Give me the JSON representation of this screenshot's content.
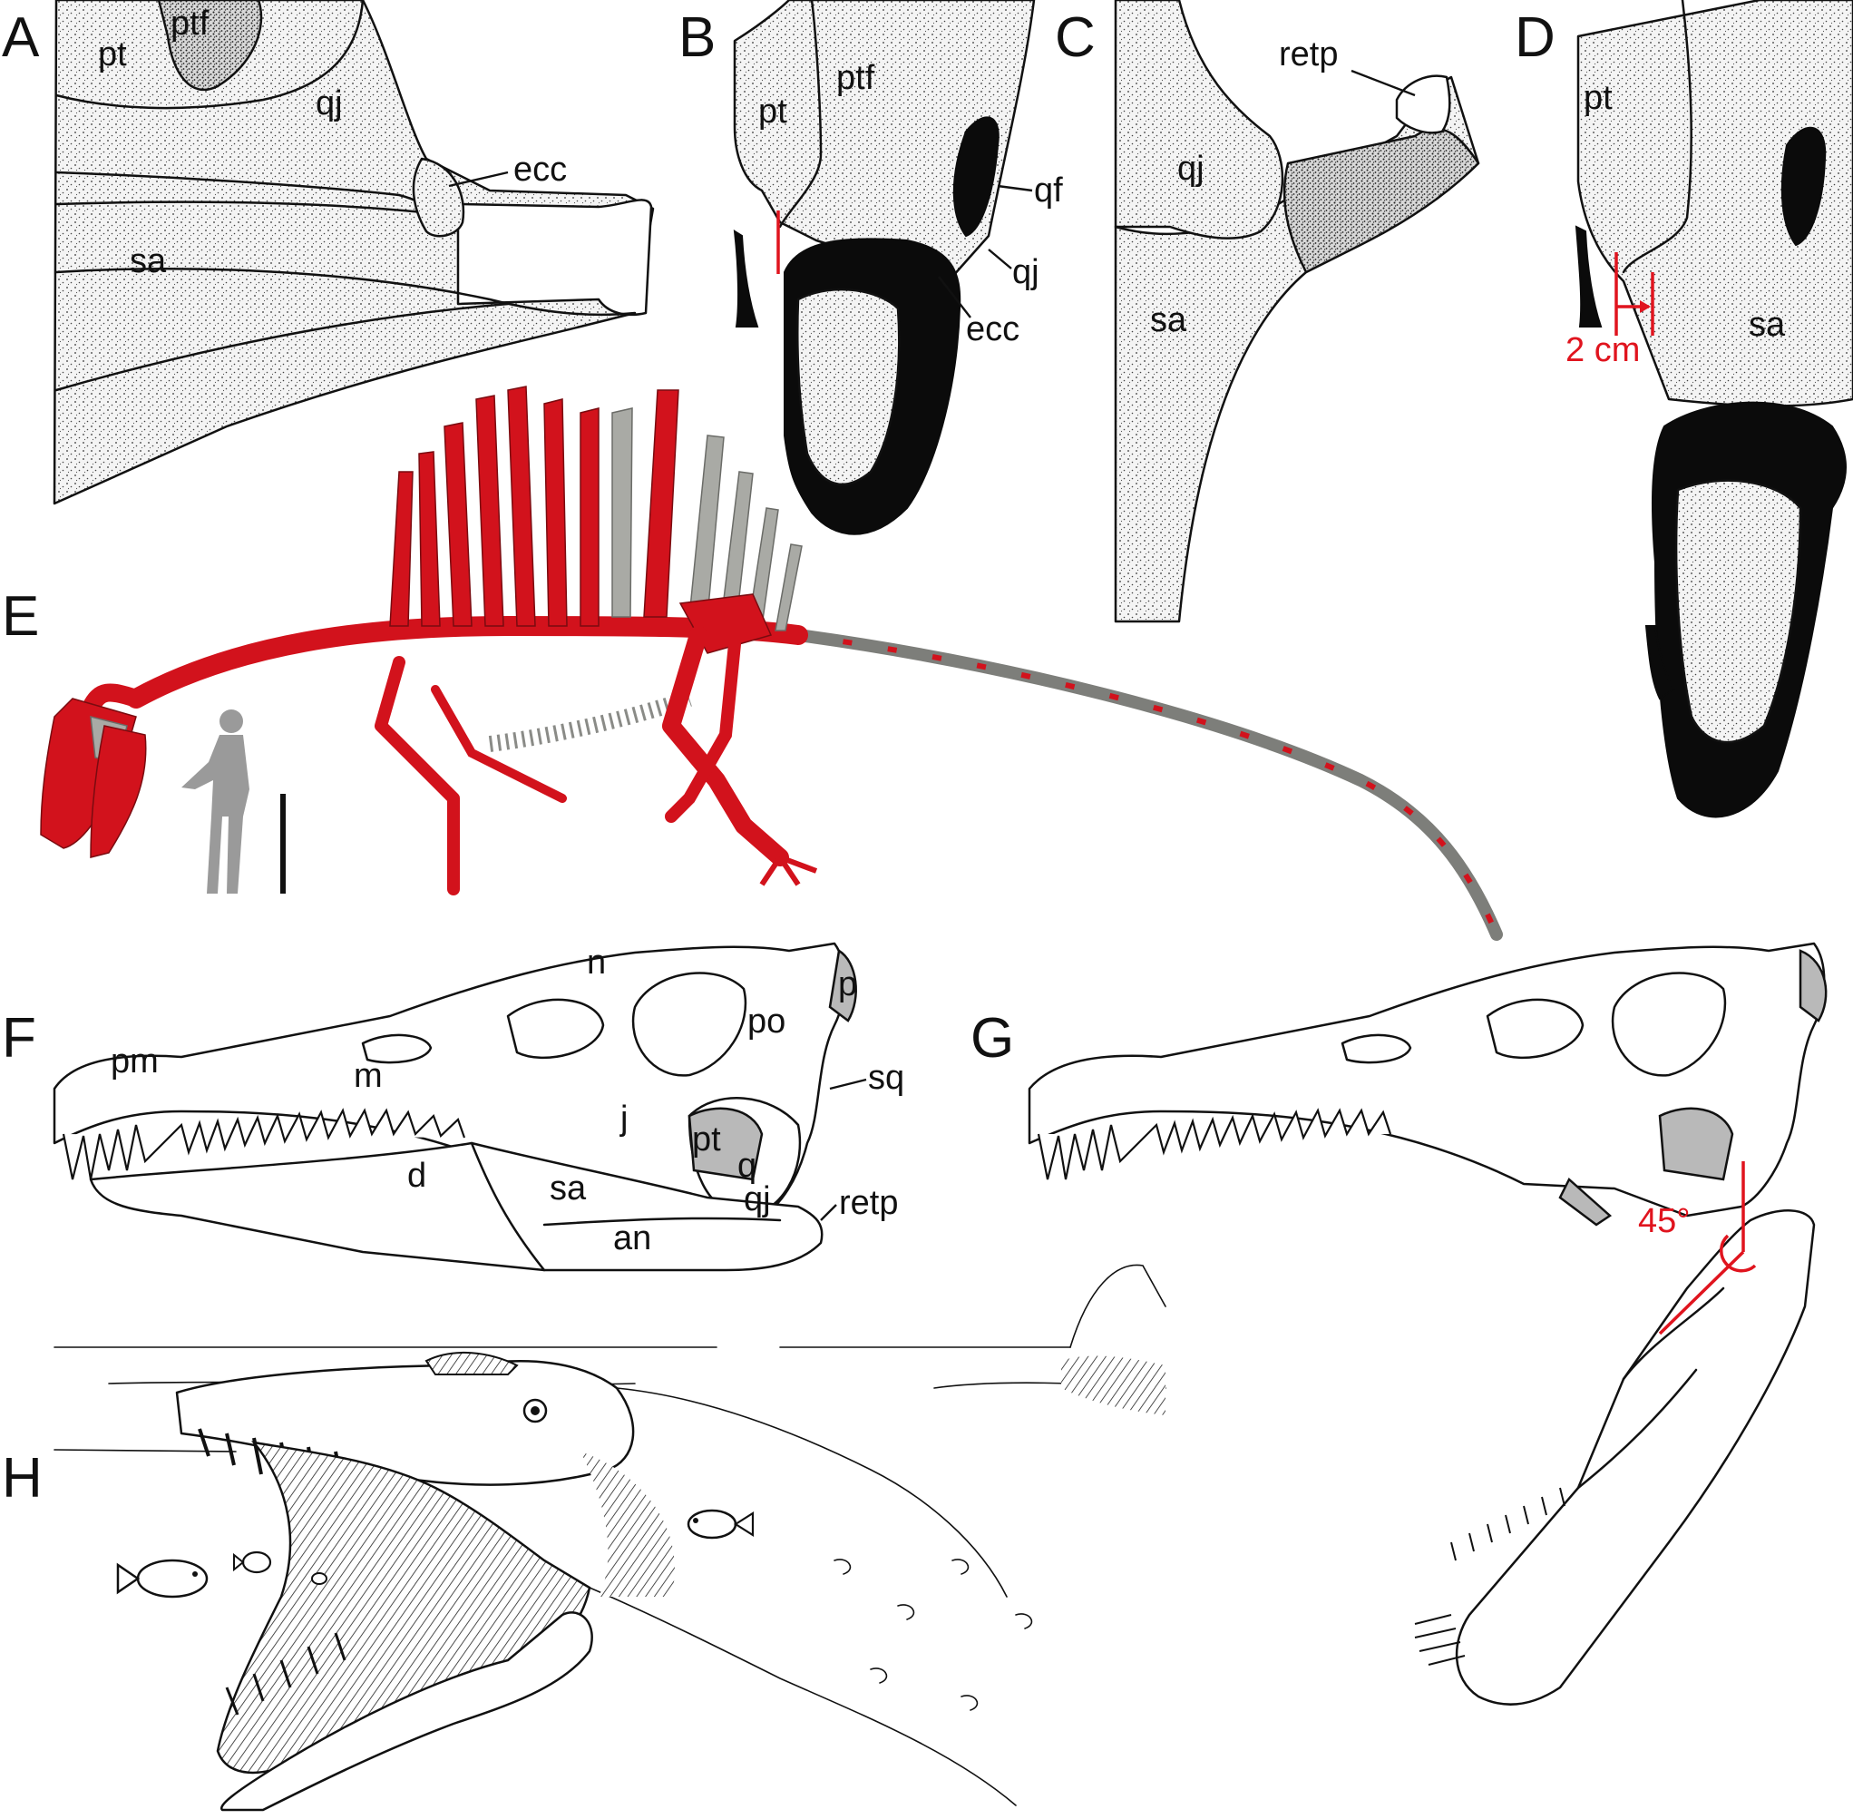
{
  "colors": {
    "annotation_red": "#e0141e",
    "bone_red": "#d2121c",
    "bone_grey": "#a9aaa5",
    "silhouette_grey": "#9a9a9a",
    "ink": "#111111"
  },
  "panels": {
    "A": {
      "letter": "A",
      "labels": {
        "pt": "pt",
        "ptf": "ptf",
        "qj": "qj",
        "ecc": "ecc",
        "sa": "sa"
      }
    },
    "B": {
      "letter": "B",
      "labels": {
        "pt": "pt",
        "ptf": "ptf",
        "qf": "qf",
        "qj": "qj",
        "ecc": "ecc"
      }
    },
    "C": {
      "letter": "C",
      "labels": {
        "retp": "retp",
        "qj": "qj",
        "sa": "sa"
      }
    },
    "D": {
      "letter": "D",
      "labels": {
        "pt": "pt",
        "sa": "sa"
      },
      "measurement": "2 cm"
    },
    "E": {
      "letter": "E",
      "icons": [
        "human-silhouette-icon",
        "scale-bar"
      ]
    },
    "F": {
      "letter": "F",
      "labels": {
        "n": "n",
        "p": "p",
        "po": "po",
        "pm": "pm",
        "m": "m",
        "sq": "sq",
        "j": "j",
        "pt": "pt",
        "q": "q",
        "d": "d",
        "sa": "sa",
        "qj": "qj",
        "retp": "retp",
        "an": "an"
      }
    },
    "G": {
      "letter": "G",
      "angle": "45°"
    },
    "H": {
      "letter": "H"
    }
  }
}
